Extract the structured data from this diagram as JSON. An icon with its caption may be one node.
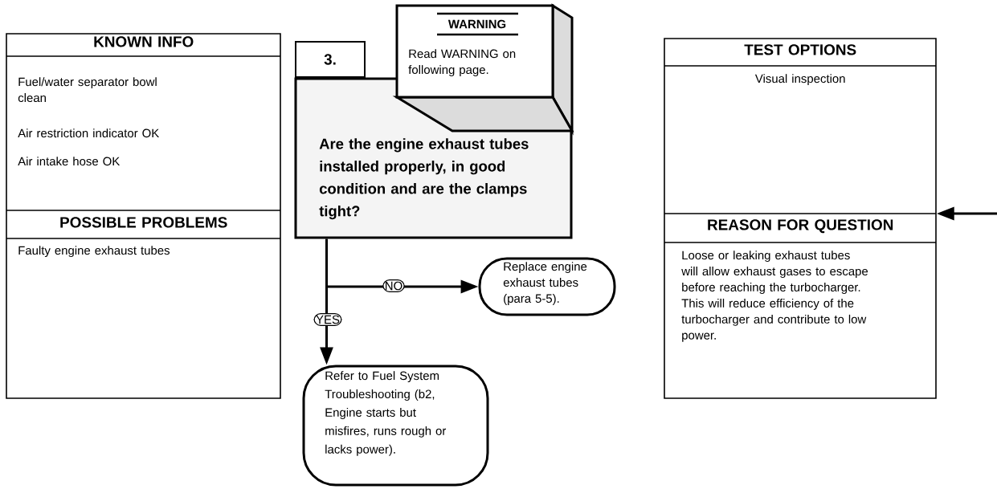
{
  "diagram": {
    "nodes": [
      {
        "text": [
          "KNOWN INFO",
          "Fuel/water separator bowl clean",
          "Air restriction indicator OK",
          "Air intake hose OK",
          "POSSIBLE PROBLEMS",
          "Faulty engine exhaust tubes"
        ]
      },
      {
        "text": [
          "3."
        ]
      },
      {
        "text": [
          "Are the engine exhaust tubes installed properly, in good condition and are the clamps tight?"
        ]
      },
      {
        "text": [
          "WARNING",
          "Read WARNING on following page."
        ]
      },
      {
        "text": [
          "Replace engine exhaust tubes (para 5-5)."
        ]
      },
      {
        "text": [
          "Refer to Fuel System Troubleshooting (b2, Engine starts but misfires, runs rough or lacks power)."
        ]
      },
      {
        "text": [
          "TEST OPTIONS",
          "Visual inspection",
          "REASON FOR QUESTION",
          "Loose or leaking exhaust tubes will allow exhaust gases to escape before reaching the turbocharger. This will reduce efficiency of the turbocharger and contribute to low power."
        ]
      }
    ],
    "edges": [
      {
        "from": 2,
        "to": 4,
        "arrow": "to",
        "label": "NO"
      },
      {
        "from": 2,
        "to": 5,
        "arrow": "to",
        "label": "YES"
      },
      {
        "from": null,
        "to": 6,
        "arrow": "to"
      }
    ]
  }
}
